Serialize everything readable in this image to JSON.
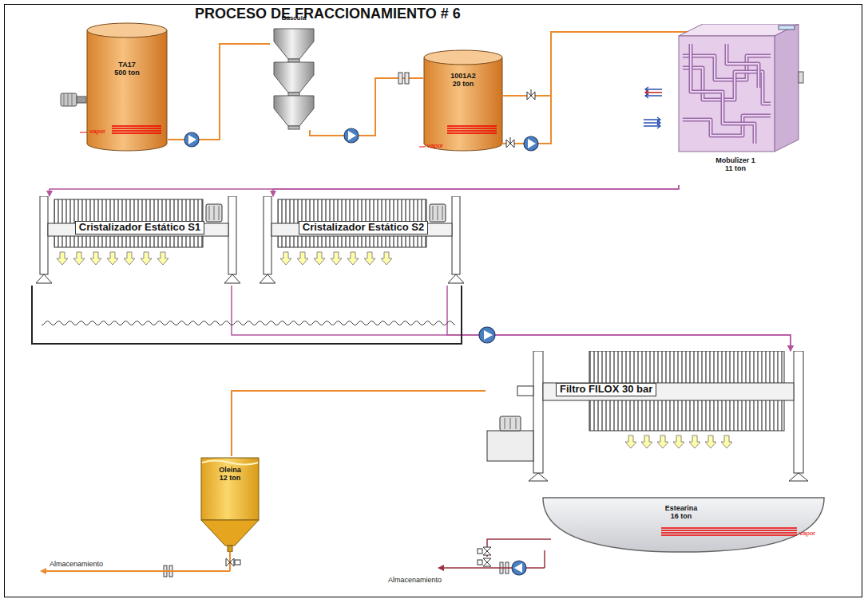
{
  "diagram": {
    "title": "PROCESO DE FRACCIONAMIENTO # 6",
    "nodes": [
      {
        "text": [
          "TA17 500 ton"
        ]
      },
      {
        "text": [
          "Báscula"
        ]
      },
      {
        "text": [
          "1001A2 20 ton"
        ]
      },
      {
        "text": [
          "Mobulizer 1 11 ton"
        ]
      },
      {
        "text": [
          "Cristalizador Estático S1"
        ]
      },
      {
        "text": [
          "Cristalizador Estático S2"
        ]
      },
      {
        "text": [
          "Filtro FILOX 30 bar"
        ]
      },
      {
        "text": [
          "Oleina 12 ton"
        ]
      },
      {
        "text": [
          "Estearina 16 ton"
        ]
      }
    ],
    "edges": [
      {
        "from": 0,
        "to": 1,
        "arrow": "none"
      },
      {
        "from": 1,
        "to": 2,
        "arrow": "none"
      },
      {
        "from": 2,
        "to": 3,
        "arrow": "none"
      },
      {
        "from": 3,
        "to": 4,
        "arrow": "to"
      },
      {
        "from": 3,
        "to": 5,
        "arrow": "to"
      },
      {
        "from": 4,
        "to": 6,
        "arrow": "to"
      },
      {
        "from": 5,
        "to": 6,
        "arrow": "to"
      },
      {
        "from": 6,
        "to": 7,
        "arrow": "none"
      }
    ],
    "labels": [
      "vapor",
      "vapor",
      "vapor",
      "Almacenamiento",
      "Almacenamiento"
    ]
  }
}
